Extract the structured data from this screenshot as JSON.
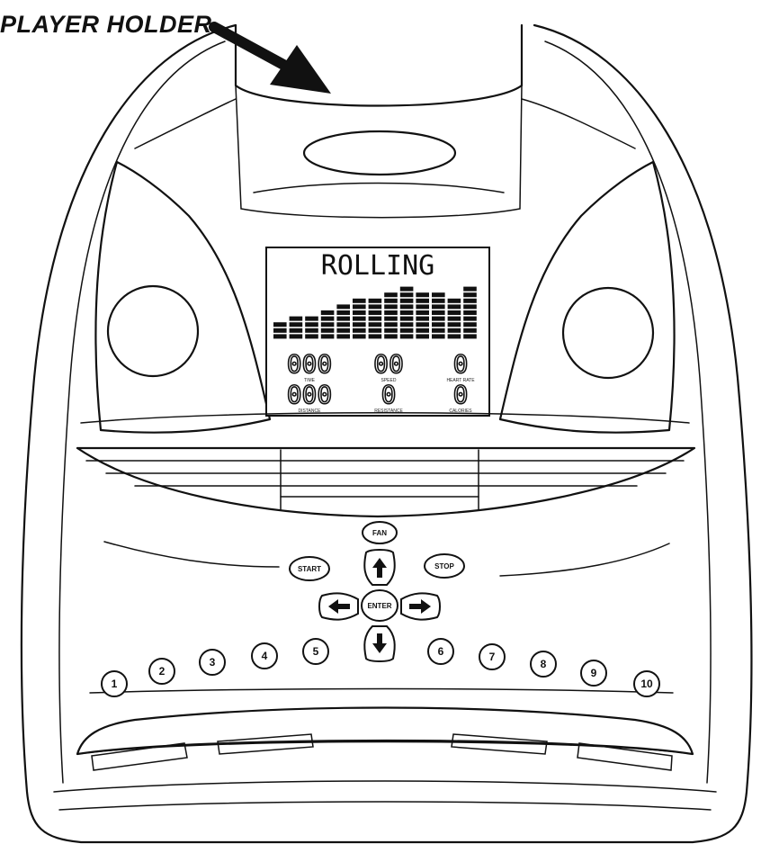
{
  "callout": {
    "label": "PLAYER HOLDER"
  },
  "display": {
    "title": "ROLLING",
    "profile_bars": [
      3,
      4,
      4,
      5,
      6,
      7,
      7,
      8,
      9,
      8,
      8,
      7,
      9
    ],
    "readouts": [
      {
        "value": "000",
        "label": "TIME"
      },
      {
        "value": "00",
        "label": "SPEED"
      },
      {
        "value": "0",
        "label": "HEART RATE"
      },
      {
        "value": "000",
        "label": "DISTANCE"
      },
      {
        "value": "0",
        "label": "RESISTANCE"
      },
      {
        "value": "0",
        "label": "CALORIES"
      }
    ]
  },
  "buttons": {
    "fan": "FAN",
    "start": "START",
    "stop": "STOP",
    "enter": "ENTER",
    "up_icon": "arrow-up-icon",
    "down_icon": "arrow-down-icon",
    "left_icon": "arrow-left-icon",
    "right_icon": "arrow-right-icon"
  },
  "quick_keys": [
    "1",
    "2",
    "3",
    "4",
    "5",
    "6",
    "7",
    "8",
    "9",
    "10"
  ]
}
